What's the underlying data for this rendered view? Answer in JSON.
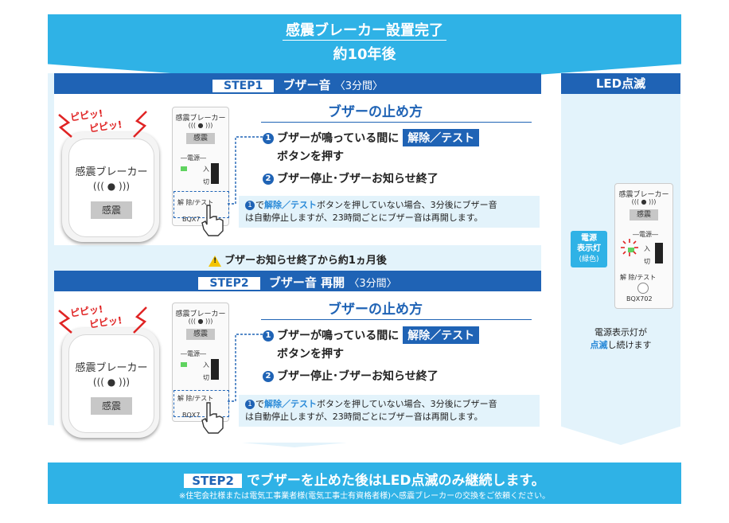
{
  "header": {
    "title": "感震ブレーカー設置完了",
    "subtitle": "約10年後"
  },
  "step1": {
    "tag": "STEP1",
    "title": "ブザー音",
    "duration": "〈3分間〉",
    "howto_title": "ブザーの止め方",
    "item1_a": "ブザーが鳴っている間に",
    "item1_hl": "解除／テスト",
    "item1_b": "ボタンを押す",
    "item2": "ブザー停止･ブザーお知らせ終了",
    "note_num": "1",
    "note_pre": "で",
    "note_hl": "解除／テスト",
    "note_line1": "ボタンを押していない場合、3分後にブザー音",
    "note_line2": "は自動停止しますが、23時間ごとにブザー音は再開します。"
  },
  "warning": "ブザーお知らせ終了から約1ヵ月後",
  "step2": {
    "tag": "STEP2",
    "title": "ブザー音 再開",
    "duration": "〈3分間〉",
    "howto_title": "ブザーの止め方",
    "item1_a": "ブザーが鳴っている間に",
    "item1_hl": "解除／テスト",
    "item1_b": "ボタンを押す",
    "item2": "ブザー停止･ブザーお知らせ終了",
    "note_num": "1",
    "note_pre": "で",
    "note_hl": "解除／テスト",
    "note_line1": "ボタンを押していない場合、3分後にブザー音",
    "note_line2": "は自動停止しますが、23時間ごとにブザー音は再開します。"
  },
  "device": {
    "name": "感震ブレーカー",
    "symbol": "((( ● )))",
    "label": "感震",
    "beep1": "ピピッ!",
    "beep2": "ピピッ!",
    "power": "電源",
    "on": "入",
    "off": "切",
    "button": "解 除/テスト",
    "model_partial": "BQX7",
    "model": "BQX702"
  },
  "led": {
    "header": "LED点滅",
    "label_line1": "電源",
    "label_line2": "表示灯",
    "label_line3": "(緑色)",
    "text_line1": "電源表示灯が",
    "text_blue": "点滅",
    "text_line2": "し続けます"
  },
  "footer": {
    "tag": "STEP2",
    "main": "でブザーを止めた後はLED点滅のみ継続します。",
    "note": "※住宅会社様または電気工事業者様(電気工事士有資格者様)へ感震ブレーカーの交換をご依頼ください。"
  },
  "colors": {
    "light_blue": "#2fb2e6",
    "dark_blue": "#1f63b5",
    "panel_bg": "#e3f3fb",
    "alert_red": "#e02424",
    "led_green": "#5fd35f"
  }
}
